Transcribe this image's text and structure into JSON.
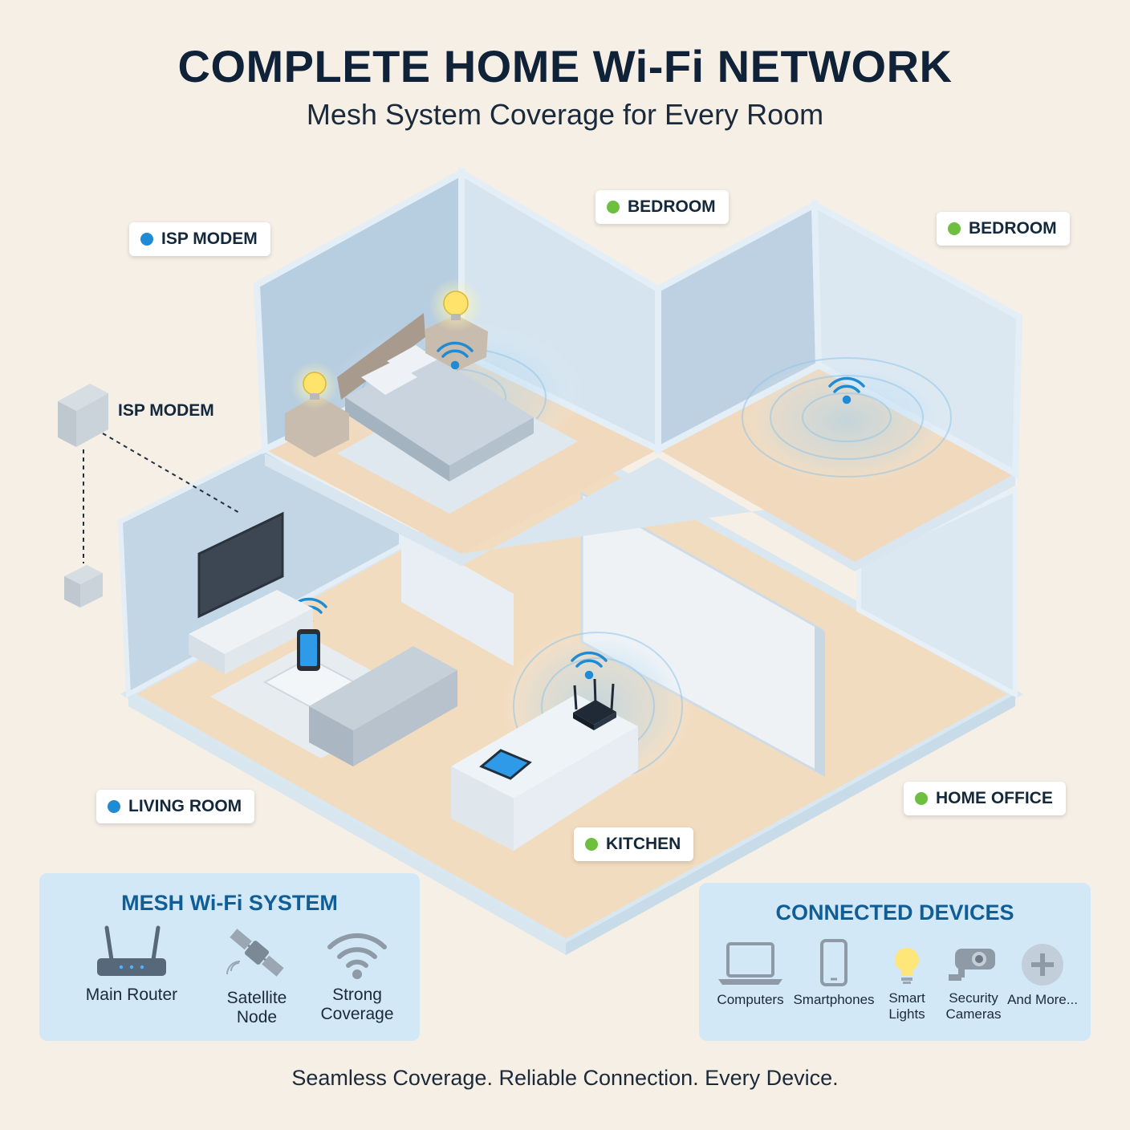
{
  "title": "COMPLETE HOME Wi-Fi NETWORK",
  "subtitle": "Mesh System Coverage for Every Room",
  "rooms": {
    "isp_modem_tag": "ISP MODEM",
    "bedroom_1": "BEDROOM",
    "bedroom_2": "BEDROOM",
    "living_room": "LIVING ROOM",
    "kitchen": "KITCHEN",
    "home_office": "HOME OFFICE"
  },
  "modem_label": "ISP MODEM",
  "mesh_panel": {
    "title": "MESH Wi-Fi SYSTEM",
    "items": [
      {
        "label": "Main Router",
        "icon": "router-icon"
      },
      {
        "label": "Satellite Node",
        "icon": "satellite-icon"
      },
      {
        "label": "Strong Coverage",
        "icon": "wifi-icon"
      }
    ]
  },
  "devices_panel": {
    "title": "CONNECTED DEVICES",
    "items": [
      {
        "label": "Computers",
        "icon": "laptop-icon"
      },
      {
        "label": "Smartphones",
        "icon": "smartphone-icon"
      },
      {
        "label": "Smart Lights",
        "icon": "lightbulb-icon"
      },
      {
        "label": "Security Cameras",
        "icon": "security-camera-icon"
      },
      {
        "label": "And More...",
        "icon": "plus-icon"
      }
    ]
  },
  "footer": "Seamless Coverage. Reliable Connection. Every Device.",
  "colors": {
    "background": "#f6efe6",
    "floor": "#f2dcc0",
    "wall": "#c7d9e7",
    "accent_blue": "#1e8bd4",
    "accent_green": "#6cbf3f",
    "panel": "#d3e8f6",
    "panel_title": "#115e96"
  }
}
